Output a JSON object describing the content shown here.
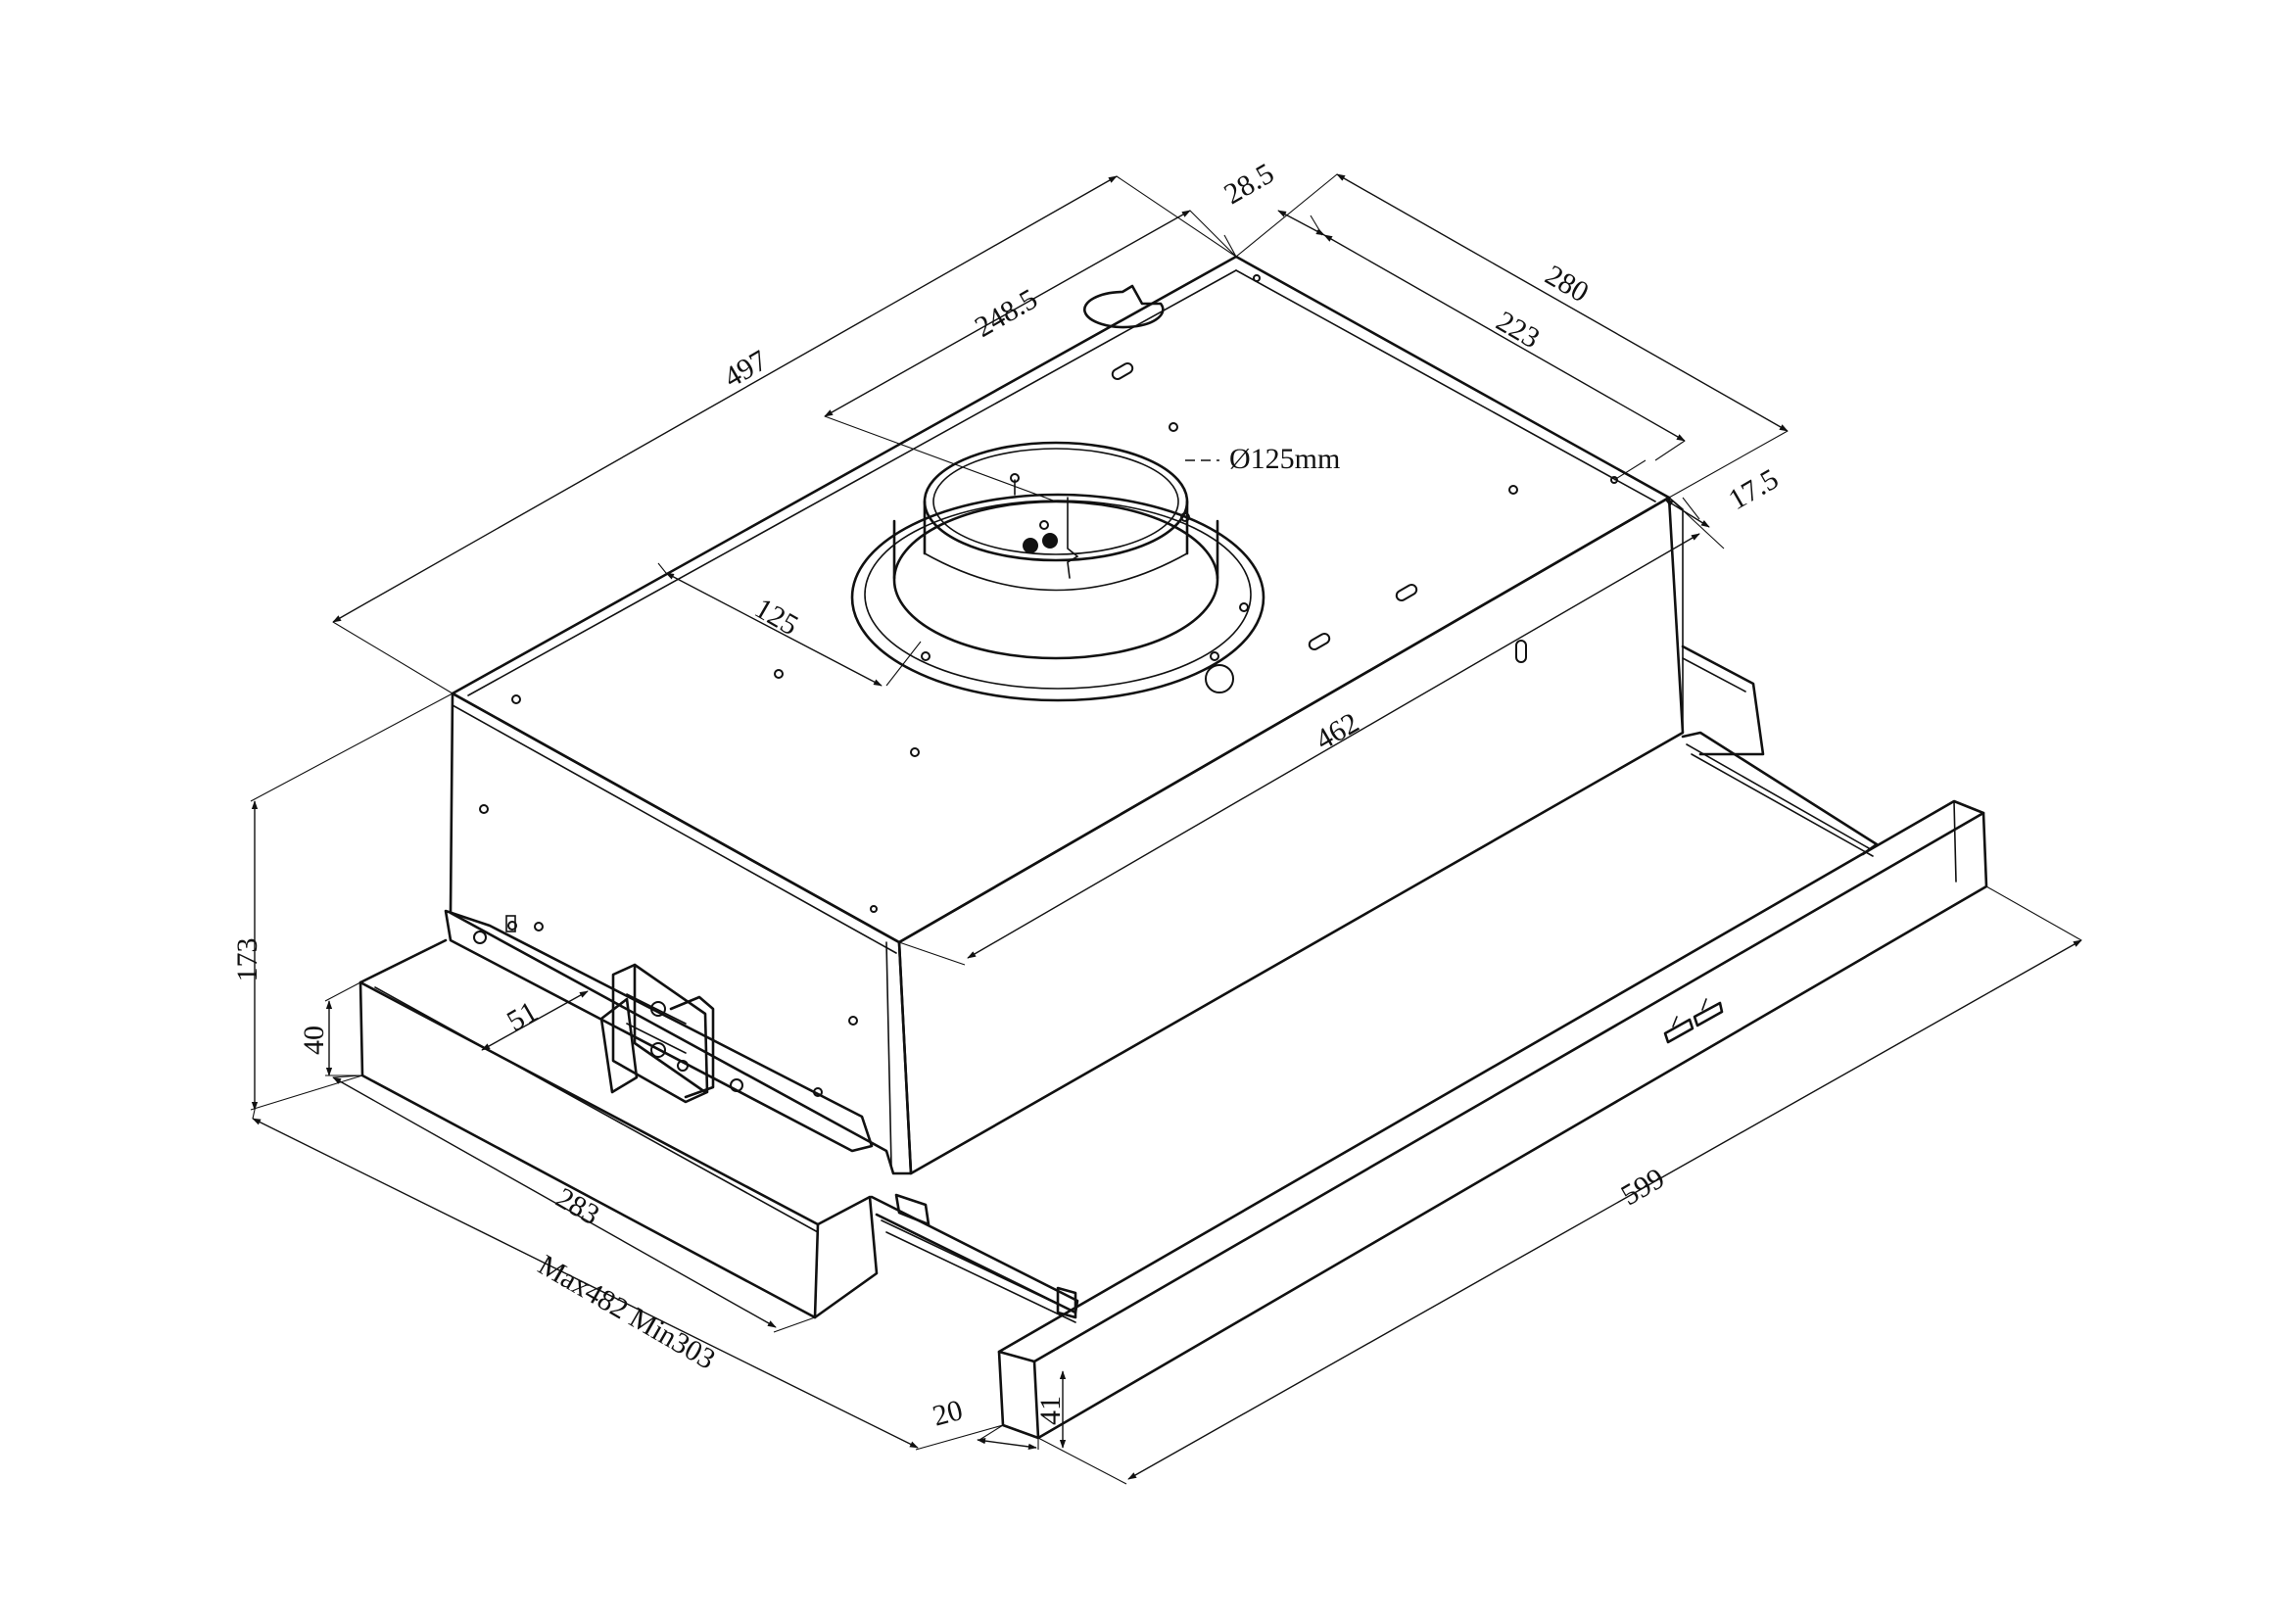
{
  "drawing": {
    "diameter_label": "Ø125mm",
    "dimensions": {
      "d497": "497",
      "d248_5": "248.5",
      "d28_5": "28.5",
      "d280": "280",
      "d223": "223",
      "d17_5": "17.5",
      "d125": "125",
      "d462": "462",
      "d173": "173",
      "d40": "40",
      "d51": "51",
      "d283": "283",
      "dMax": "Max482 Min303",
      "d599": "599",
      "d20": "20",
      "d41": "41"
    }
  }
}
